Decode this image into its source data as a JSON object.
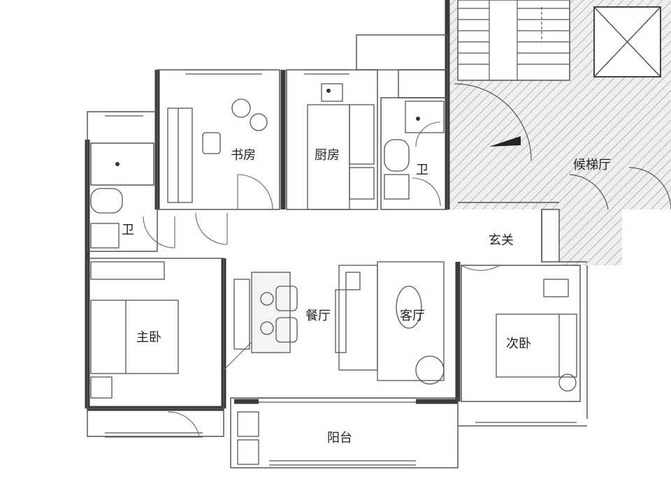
{
  "rooms": {
    "study": "书房",
    "kitchen": "厨房",
    "bath_center": "卫",
    "elevator_hall": "候梯厅",
    "bath_left": "卫",
    "entrance": "玄关",
    "dining": "餐厅",
    "living": "客厅",
    "master_bedroom": "主卧",
    "second_bedroom": "次卧",
    "balcony": "阳台"
  },
  "colors": {
    "wall": "#3a3a3a",
    "line": "#555555",
    "hatch": "#9a9a9a",
    "common_area_fill": "#efefef",
    "floor": "#ffffff"
  }
}
